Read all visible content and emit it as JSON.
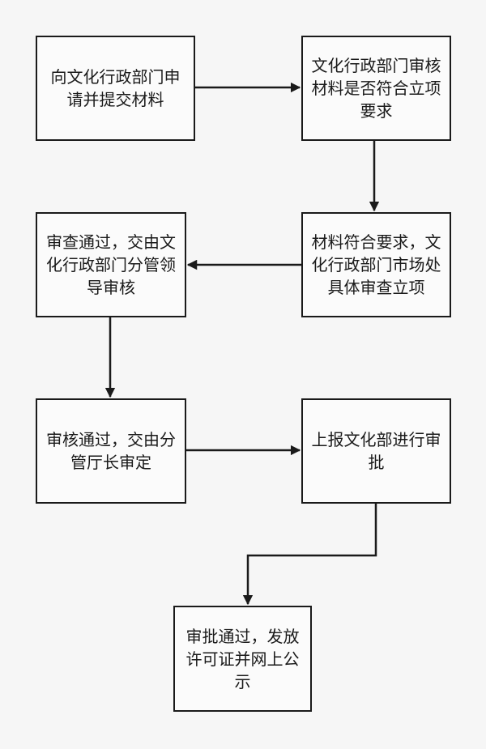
{
  "flowchart": {
    "steps": [
      {
        "id": "submit",
        "text": "向文化行政部门申请并提交材料"
      },
      {
        "id": "check",
        "text": "文化行政部门审核材料是否符合立项要求"
      },
      {
        "id": "market-review",
        "text": "材料符合要求，文化行政部门市场处具体审查立项"
      },
      {
        "id": "leader-review",
        "text": "审查通过，交由文化行政部门分管领导审核"
      },
      {
        "id": "director-decide",
        "text": "审核通过，交由分管厅长审定"
      },
      {
        "id": "ministry-approve",
        "text": "上报文化部进行审批"
      },
      {
        "id": "issue-license",
        "text": "审批通过，发放许可证并网上公示"
      }
    ],
    "connections": [
      {
        "from": "submit",
        "to": "check"
      },
      {
        "from": "check",
        "to": "market-review"
      },
      {
        "from": "market-review",
        "to": "leader-review"
      },
      {
        "from": "leader-review",
        "to": "director-decide"
      },
      {
        "from": "director-decide",
        "to": "ministry-approve"
      },
      {
        "from": "ministry-approve",
        "to": "issue-license"
      }
    ],
    "colors": {
      "stroke": "#1a1a1a",
      "box_fill": "#fbfbfb",
      "background": "#f6f6f6"
    }
  }
}
